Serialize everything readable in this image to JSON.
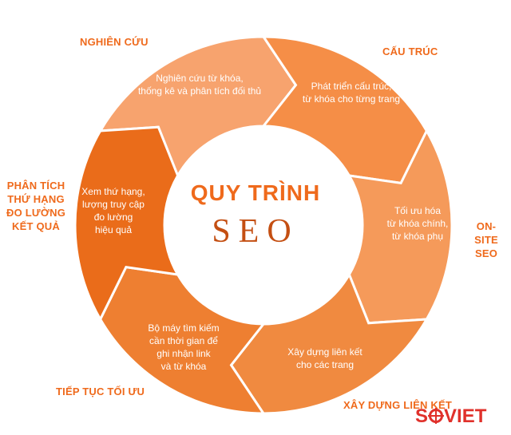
{
  "center": {
    "title": "QUY TRÌNH",
    "subtitle": "SEO"
  },
  "stages": [
    {
      "title_lines": [
        "NGHIÊN CỨU"
      ],
      "text_lines": [
        "Nghiên cứu từ khóa,",
        "thống kê và phân tích đối thủ"
      ],
      "color": "#f7a36e"
    },
    {
      "title_lines": [
        "CẤU TRÚC"
      ],
      "text_lines": [
        "Phát triển cấu trúc,",
        "từ khóa cho từng trang"
      ],
      "color": "#f58e47"
    },
    {
      "title_lines": [
        "ON-SITE",
        "SEO"
      ],
      "text_lines": [
        "Tối ưu hóa",
        "từ khóa chính,",
        "từ khóa phụ"
      ],
      "color": "#f59a5a"
    },
    {
      "title_lines": [
        "XÂY DỰNG LIÊN KẾT"
      ],
      "text_lines": [
        "Xây dựng liên kết",
        "cho các trang"
      ],
      "color": "#f08a40"
    },
    {
      "title_lines": [
        "TIẾP TỤC TỐI ƯU"
      ],
      "text_lines": [
        "Bộ máy tìm kiếm",
        "cần thời gian để",
        "ghi nhận link",
        "và từ khóa"
      ],
      "color": "#ee7f31"
    },
    {
      "title_lines": [
        "PHÂN TÍCH",
        "THỨ HẠNG",
        "ĐO LƯỜNG",
        "KẾT QUẢ"
      ],
      "text_lines": [
        "Xem thứ hạng,",
        "lượng truy cập",
        "đo lường",
        "hiệu quả"
      ],
      "color": "#ea6c1a"
    }
  ],
  "logo": {
    "text_before": "S",
    "text_after": "VIET",
    "icon": "crosshair-o-icon"
  }
}
